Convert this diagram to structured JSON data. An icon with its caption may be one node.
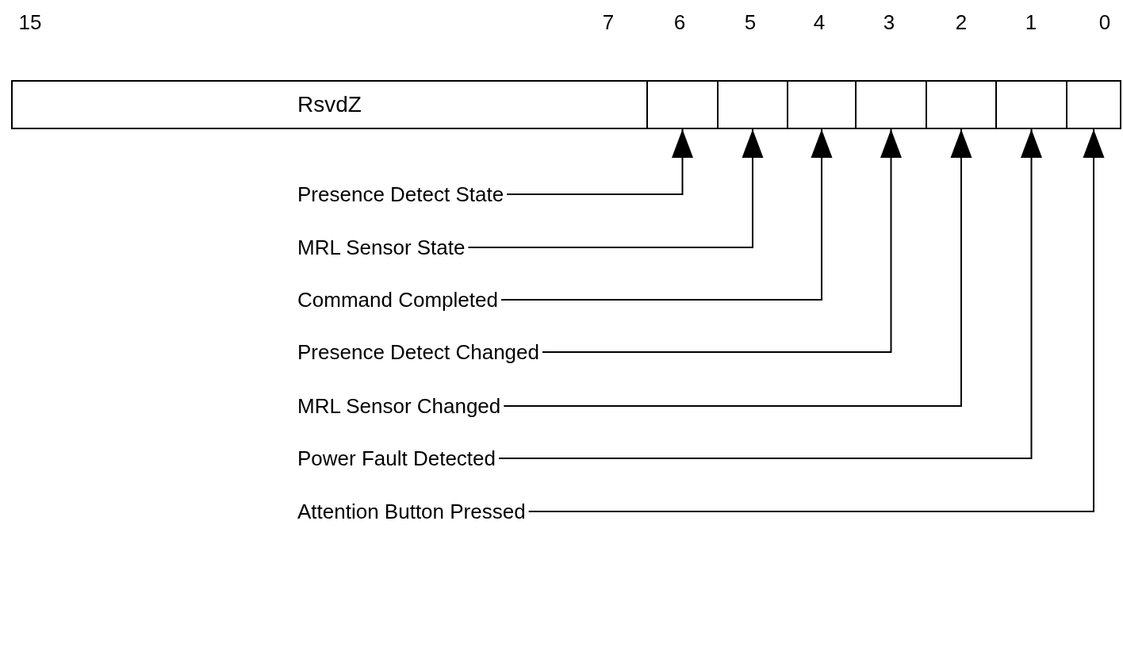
{
  "diagram": {
    "nodes": [
      {
        "text": [
          "RsvdZ"
        ]
      },
      {
        "text": [],
        "shape": "box"
      },
      {
        "text": [],
        "shape": "box"
      },
      {
        "text": [],
        "shape": "box"
      },
      {
        "text": [],
        "shape": "box"
      },
      {
        "text": [],
        "shape": "box"
      },
      {
        "text": [],
        "shape": "box"
      },
      {
        "text": [],
        "shape": "box"
      },
      {
        "text": [
          "Presence Detect State"
        ]
      },
      {
        "text": [
          "MRL Sensor State"
        ]
      },
      {
        "text": [
          "Command Completed"
        ]
      },
      {
        "text": [
          "Presence Detect Changed"
        ]
      },
      {
        "text": [
          "MRL Sensor Changed"
        ]
      },
      {
        "text": [
          "Power Fault Detected"
        ]
      },
      {
        "text": [
          "Attention Button Pressed"
        ]
      }
    ],
    "edges": [
      {
        "from": 8,
        "to": 1,
        "arrow": "to"
      },
      {
        "from": 9,
        "to": 2,
        "arrow": "to"
      },
      {
        "from": 10,
        "to": 3,
        "arrow": "to"
      },
      {
        "from": 11,
        "to": 4,
        "arrow": "to"
      },
      {
        "from": 12,
        "to": 5,
        "arrow": "to"
      },
      {
        "from": 13,
        "to": 6,
        "arrow": "to"
      },
      {
        "from": 14,
        "to": 7,
        "arrow": "to"
      }
    ],
    "labels": [
      "15",
      "7",
      "6",
      "5",
      "4",
      "3",
      "2",
      "1",
      "0"
    ]
  }
}
